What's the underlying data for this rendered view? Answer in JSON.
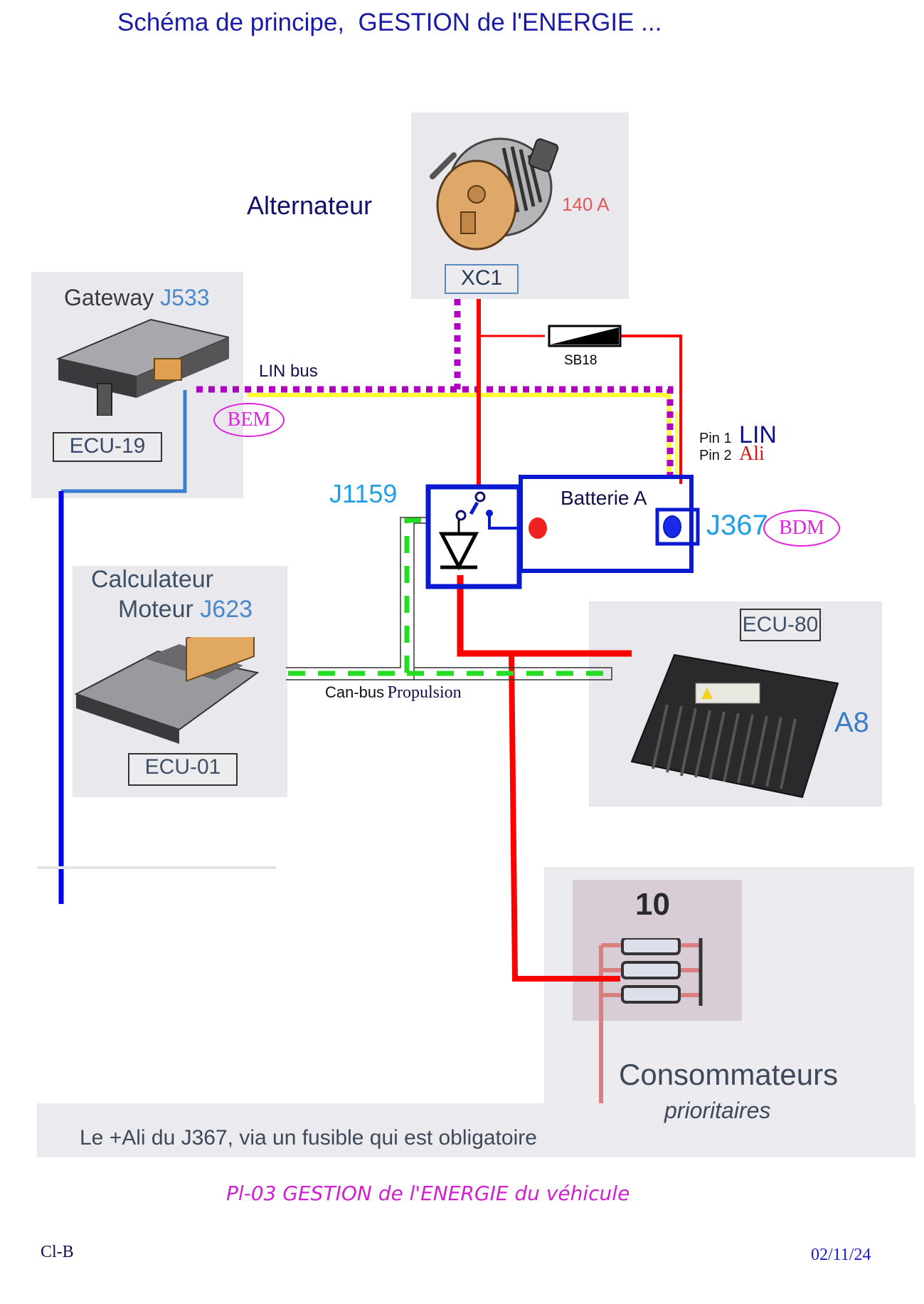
{
  "title": "Schéma de principe,  GESTION de l'ENERGIE ...",
  "components": {
    "alternator": {
      "label": "Alternateur",
      "rating": "140 A",
      "connector": "XC1"
    },
    "gateway": {
      "name": "Gateway",
      "ref": "J533",
      "ecu": "ECU-19",
      "function_badge": "BEM"
    },
    "engine_ecu": {
      "name_line1": "Calculateur",
      "name_line2": "Moteur",
      "ref": "J623",
      "ecu": "ECU-01"
    },
    "battery_switch": {
      "ref": "J1159"
    },
    "battery": {
      "label": "Batterie A"
    },
    "battery_sensor": {
      "ref": "J367",
      "function_badge": "BDM"
    },
    "fuse": {
      "ref": "SB18"
    },
    "pins": [
      {
        "pin": "Pin 1",
        "signal": "LIN"
      },
      {
        "pin": "Pin 2",
        "signal": "Ali"
      }
    ],
    "dcdc": {
      "ecu": "ECU-80",
      "ref": "A8"
    },
    "consumers": {
      "count": "10",
      "label": "Consommateurs",
      "sublabel": "prioritaires"
    }
  },
  "wires": {
    "lin_bus_label": "LIN bus",
    "can_bus_label_1": "Can-bus",
    "can_bus_label_2": "Propulsion"
  },
  "note": "Le +Ali du J367, via un fusible qui est obligatoire",
  "caption": "Pl-03 GESTION de l'ENERGIE du véhicule",
  "footer": {
    "author": "Cl-B",
    "date": "02/11/24"
  },
  "colors": {
    "title": "#1a1aa8",
    "power_wire": "#ff0000",
    "lin_wire": "#b000c0",
    "supply_wire": "#ffff33",
    "can_wire": "#22dd22",
    "module_outline": "#0a1ad0",
    "badge": "#e020e0",
    "caption": "#d020d0"
  }
}
